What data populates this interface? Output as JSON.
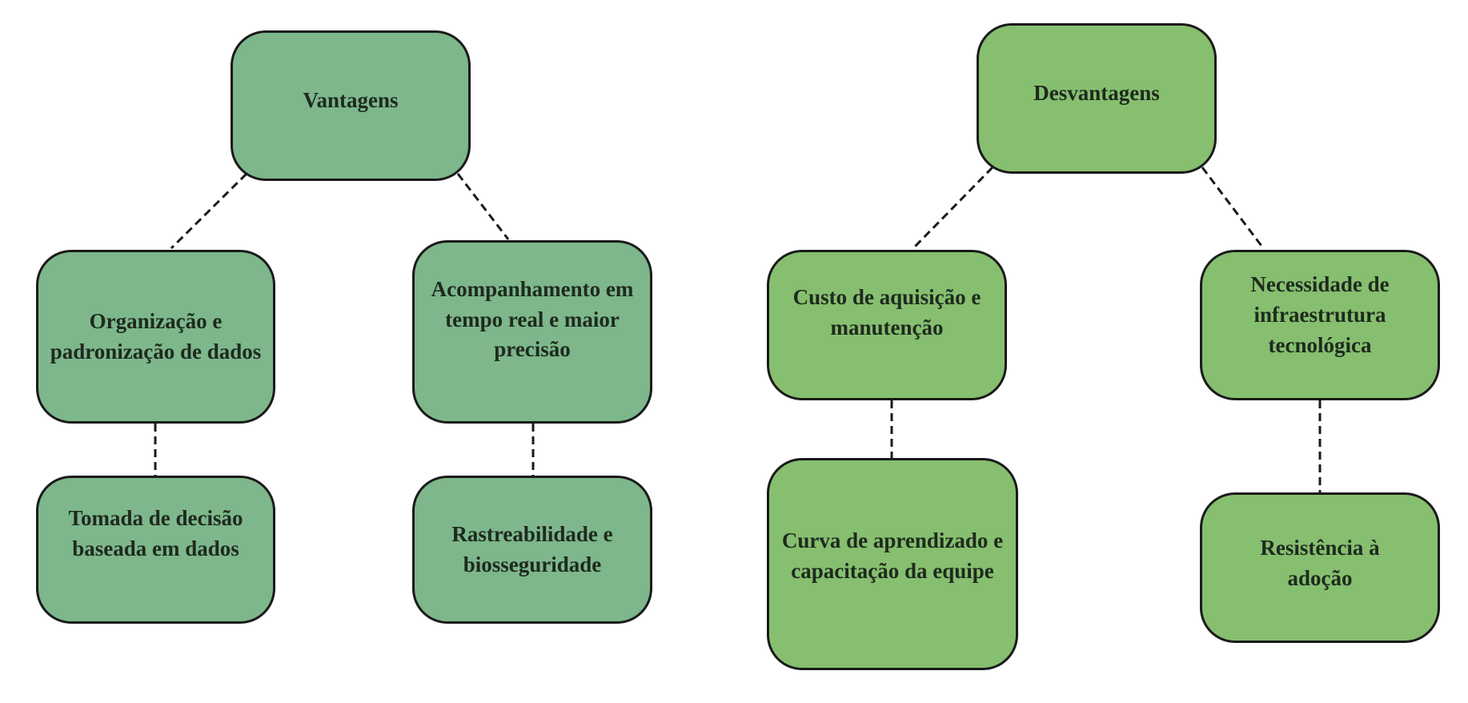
{
  "advantages": {
    "title": "Vantagens",
    "items": [
      {
        "label": "Organização e padronização de dados",
        "child": "Tomada de decisão baseada em dados"
      },
      {
        "label": "Acompanhamento em tempo real e maior precisão",
        "child": "Rastreabilidade e biosseguridade"
      }
    ]
  },
  "disadvantages": {
    "title": "Desvantagens",
    "items": [
      {
        "label": "Custo de aquisição e manutenção",
        "child": "Curva de aprendizado e capacitação da equipe"
      },
      {
        "label": "Necessidade de infraestrutura tecnológica",
        "child": "Resistência à adoção"
      }
    ]
  },
  "colors": {
    "advantages_fill": "#7db78b",
    "disadvantages_fill": "#86bf6f",
    "border": "#1a1a1a"
  }
}
